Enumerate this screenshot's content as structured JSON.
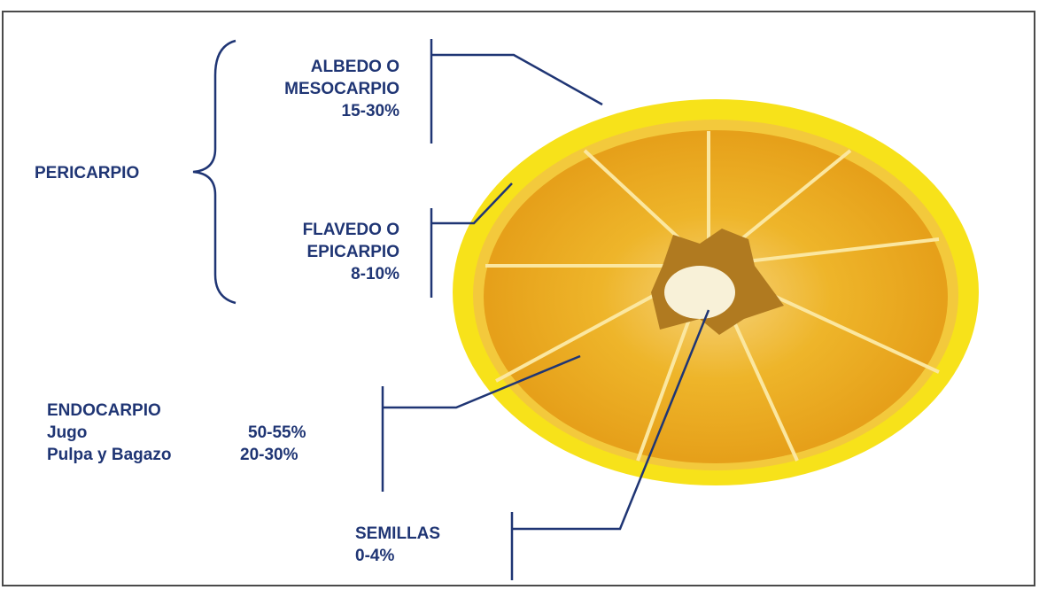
{
  "colors": {
    "label": "#1f3574",
    "line": "#1f3574",
    "peel": "#f7e21a",
    "pulp": "#e9aa1a",
    "pith": "#f8f1d8"
  },
  "labels": {
    "pericarpio": "PERICARPIO",
    "albedo": {
      "line1": "ALBEDO O",
      "line2": "MESOCARPIO",
      "pct": "15-30%"
    },
    "flavedo": {
      "line1": "FLAVEDO O",
      "line2": "EPICARPIO",
      "pct": "8-10%"
    },
    "endocarpio": {
      "title": "ENDOCARPIO",
      "rows": [
        {
          "name": "Jugo",
          "pct": "50-55%"
        },
        {
          "name": "Pulpa y Bagazo",
          "pct": "20-30%"
        }
      ]
    },
    "semillas": {
      "line1": "SEMILLAS",
      "pct": "0-4%"
    }
  },
  "image": {
    "subject": "orange-cross-section"
  }
}
